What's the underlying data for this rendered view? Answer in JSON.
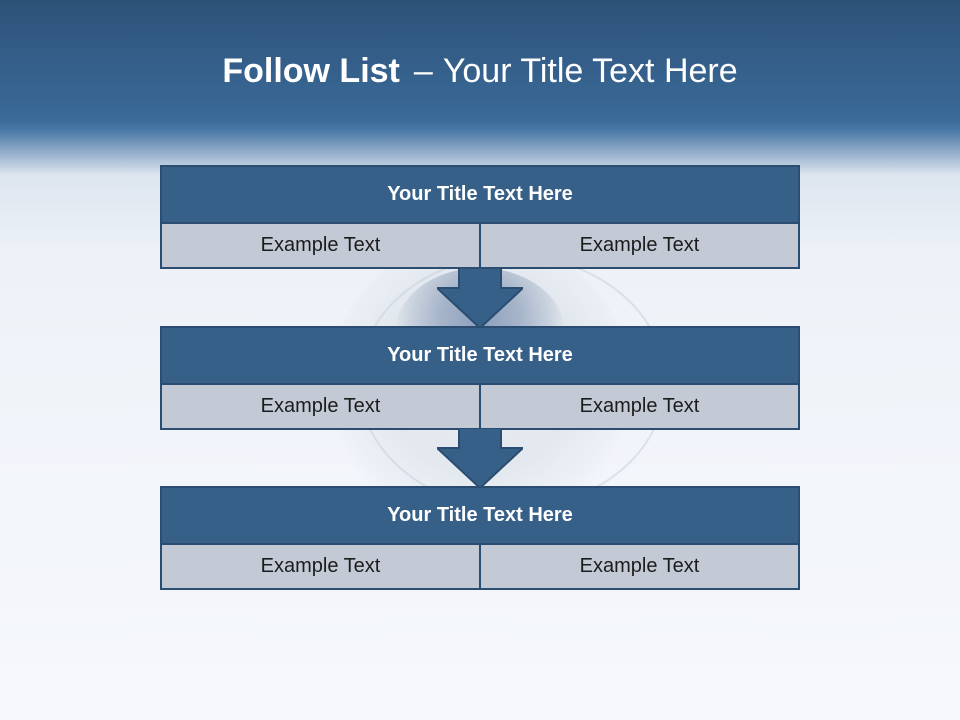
{
  "slide": {
    "title_bold": "Follow List",
    "title_sep": "–",
    "title_rest": "Your Title Text Here"
  },
  "blocks": [
    {
      "title": "Your Title Text Here",
      "left_text": "Example Text",
      "right_text": "Example Text"
    },
    {
      "title": "Your Title Text Here",
      "left_text": "Example Text",
      "right_text": "Example Text"
    },
    {
      "title": "Your Title Text Here",
      "left_text": "Example Text",
      "right_text": "Example Text"
    }
  ],
  "colors": {
    "header_band": "#3b6a99",
    "block_title_bg": "#376089",
    "block_border": "#2b4d72",
    "cell_bg": "#c3cad5",
    "arrow": "#376089"
  },
  "icons": [
    "down-arrow-icon",
    "down-arrow-icon"
  ]
}
